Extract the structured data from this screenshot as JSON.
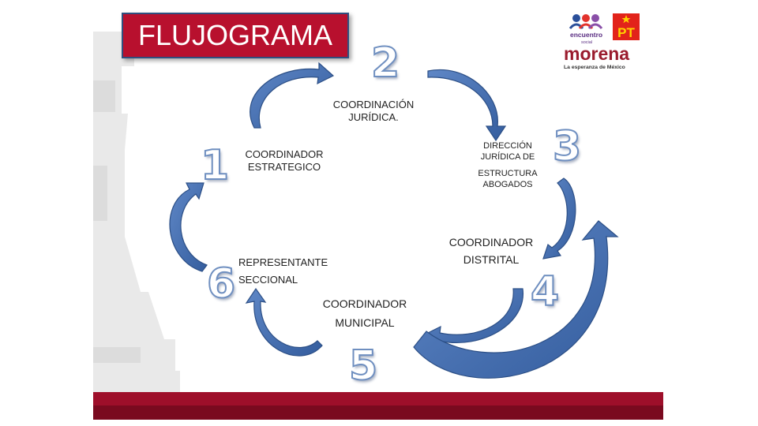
{
  "title": "FLUJOGRAMA",
  "nodes": [
    {
      "number": "1",
      "line1": "COORDINADOR",
      "line2": "ESTRATEGICO"
    },
    {
      "number": "2",
      "line1": "COORDINACIÓN",
      "line2": "JURÍDICA."
    },
    {
      "number": "3",
      "line1": "DIRECCIÓN",
      "line2": "JURÍDICA DE",
      "line3": "ESTRUCTURA",
      "line4": "ABOGADOS"
    },
    {
      "number": "4",
      "line1": "COORDINADOR",
      "line2": "DISTRITAL"
    },
    {
      "number": "5",
      "line1": "COORDINADOR",
      "line2": "MUNICIPAL"
    },
    {
      "number": "6",
      "line1": "REPRESENTANTE",
      "line2": "SECCIONAL"
    }
  ],
  "logo": {
    "party1": "encuentro",
    "party1_sub": "social",
    "party2": "PT",
    "party3": "morena",
    "tagline": "La esperanza de México"
  },
  "colors": {
    "title_bg": "#b8102e",
    "arrow_fill": "#4a74b4",
    "arrow_stroke": "#2c4f86",
    "footer": "#9e0f2a"
  }
}
